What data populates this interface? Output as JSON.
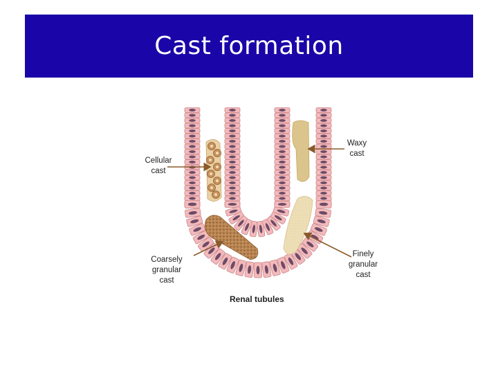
{
  "slide": {
    "title": "Cast formation"
  },
  "diagram": {
    "labels": {
      "cellular_cast": "Cellular\ncast",
      "waxy_cast": "Waxy\ncast",
      "coarsely_granular_cast": "Coarsely\ngranular\ncast",
      "finely_granular_cast": "Finely\ngranular\ncast",
      "renal_tubules": "Renal tubules"
    },
    "colors": {
      "title_bg": "#1a06a8",
      "cell_fill": "#f3b9bb",
      "cell_stroke": "#c9878b",
      "nucleus": "#6d4b66",
      "waxy_cast": "#dcc58c",
      "finely_granular_cast": "#efe0b8",
      "coarsely_granular_cast": "#b98552",
      "cellular_cast": "#c8935a",
      "arrow": "#8a5a2b"
    }
  }
}
